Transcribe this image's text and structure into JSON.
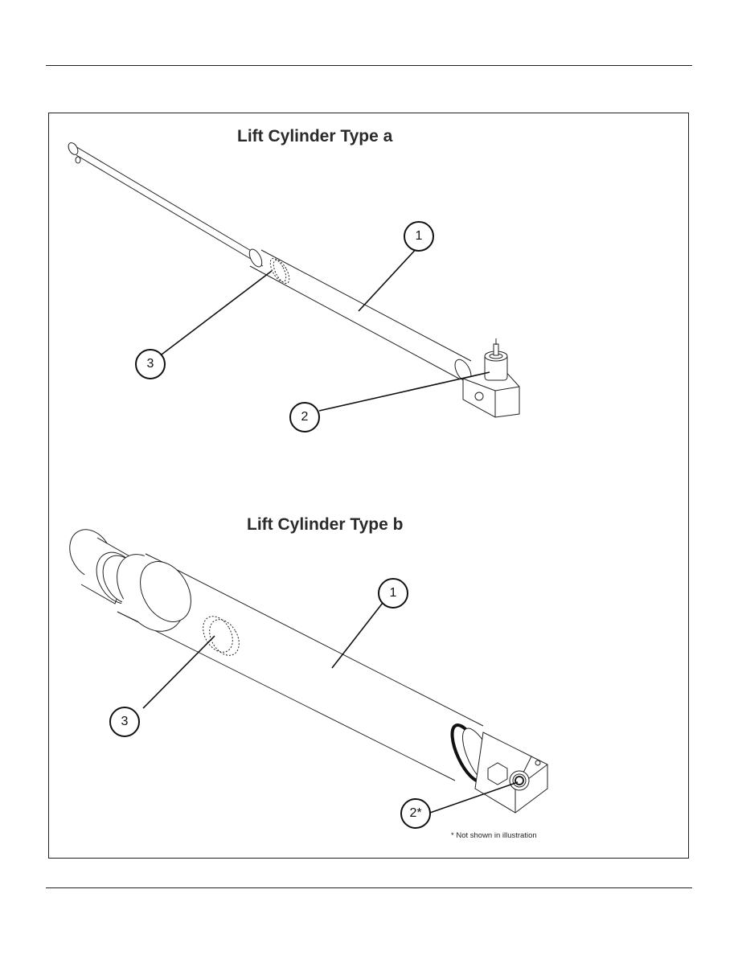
{
  "figure": {
    "type_a": {
      "title": "Lift Cylinder Type a",
      "callouts": {
        "c1": "1",
        "c2": "2",
        "c3": "3"
      }
    },
    "type_b": {
      "title": "Lift Cylinder Type b",
      "callouts": {
        "c1": "1",
        "c2": "2*",
        "c3": "3"
      },
      "footnote": "* Not shown in illustration"
    }
  },
  "colors": {
    "line": "#222222",
    "text": "#2a2a2a"
  }
}
